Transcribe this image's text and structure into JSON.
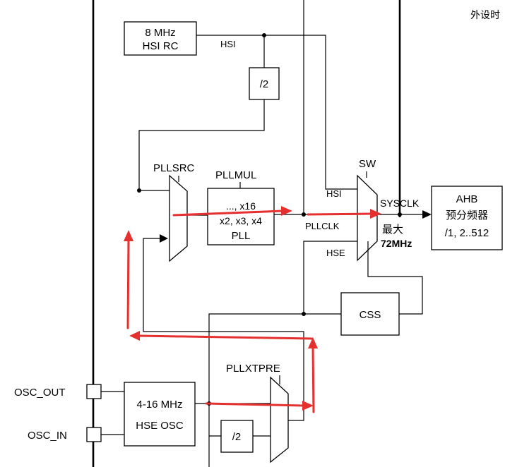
{
  "labels": {
    "peripheral_clock": "外设时",
    "hsi_rc_line1": "8 MHz",
    "hsi_rc_line2": "HSI RC",
    "hsi_wire": "HSI",
    "div2_top": "/2",
    "pllsrc": "PLLSRC",
    "pllmul": "PLLMUL",
    "pll_line1": "..., x16",
    "pll_line2": "x2, x3, x4",
    "pll_line3": "PLL",
    "sw": "SW",
    "sw_hsi": "HSI",
    "sw_pllclk": "PLLCLK",
    "sw_hse": "HSE",
    "sysclk": "SYSCLK",
    "max_label": "最大",
    "max_freq": "72MHz",
    "ahb_line1": "AHB",
    "ahb_line2": "预分频器",
    "ahb_line3": "/1, 2..512",
    "css": "CSS",
    "pllxtpre": "PLLXTPRE",
    "osc_out": "OSC_OUT",
    "osc_in": "OSC_IN",
    "hse_osc_line1": "4-16 MHz",
    "hse_osc_line2": "HSE OSC",
    "div2_bottom": "/2"
  },
  "colors": {
    "line": "#000000",
    "annotation_arrow": "#e53030",
    "background": "#ffffff"
  }
}
